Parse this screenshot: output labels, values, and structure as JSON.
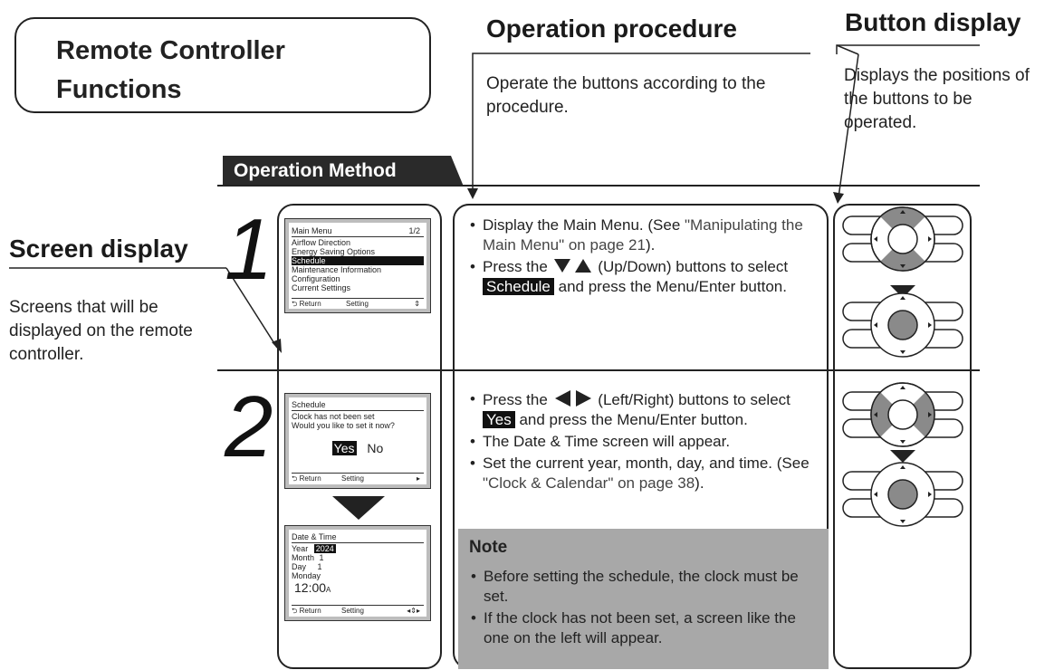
{
  "title": {
    "line1": "Remote Controller",
    "line2": "Functions"
  },
  "operation_procedure": {
    "heading": "Operation procedure",
    "description": "Operate the buttons according to the procedure."
  },
  "button_display": {
    "heading": "Button display",
    "description": "Displays the positions of the buttons to be operated."
  },
  "screen_display": {
    "heading": "Screen display",
    "description": "Screens that will be displayed on the remote controller."
  },
  "operation_method_label": "Operation Method",
  "step1": {
    "number": "1",
    "screen": {
      "title": "Main Menu",
      "page": "1/2",
      "items": [
        "Airflow Direction",
        "Energy Saving Options",
        "Schedule",
        "Maintenance Information",
        "Configuration",
        "Current Settings"
      ],
      "selected_index": 2,
      "footer_return": "Return",
      "footer_setting": "Setting",
      "footer_arrows": "⇕"
    },
    "bullets": {
      "b1_text": "Display the Main Menu. (See ",
      "b1_ref": "\"Manipulating the Main Menu\" on page 21",
      "b1_end": ").",
      "b2_pre": "Press the",
      "b2_mid": "(Up/Down) buttons to select",
      "b2_highlight": "Schedule",
      "b2_post": "and press the Menu/Enter button."
    }
  },
  "step2": {
    "number": "2",
    "screen1": {
      "title": "Schedule",
      "line1": "Clock has not been set",
      "line2": "Would you like to set it now?",
      "yes": "Yes",
      "no": "No",
      "footer_return": "Return",
      "footer_setting": "Setting",
      "footer_arrows": "▸"
    },
    "screen2": {
      "title": "Date & Time",
      "year_label": "Year",
      "year_value": "2024",
      "month_label": "Month",
      "month_value": "1",
      "day_label": "Day",
      "day_value": "1",
      "weekday": "Monday",
      "time": "12:00",
      "ampm": "A",
      "footer_return": "Return",
      "footer_setting": "Setting",
      "footer_arrows": "◂⇕▸"
    },
    "bullets": {
      "b1_pre": "Press the",
      "b1_mid": "(Left/Right) buttons to select",
      "b1_highlight": "Yes",
      "b1_post": "and press the Menu/Enter button.",
      "b2": "The Date & Time screen will appear.",
      "b3_text": "Set the current year, month, day, and time. (See ",
      "b3_ref": "\"Clock & Calendar\" on page 38",
      "b3_end": ")."
    }
  },
  "note": {
    "heading": "Note",
    "items": [
      "Before setting the schedule, the clock must be set.",
      "If the clock has not been set, a screen like the one on the left will appear."
    ]
  },
  "colors": {
    "highlight": "#111111",
    "note_bg": "#a8a8a8",
    "pad_active": "#8a8a8a"
  },
  "icons": [
    "return-icon",
    "up-down-arrow-icon",
    "left-right-arrow-icon",
    "down-triangle-icon",
    "remote-button-pad-icon"
  ]
}
